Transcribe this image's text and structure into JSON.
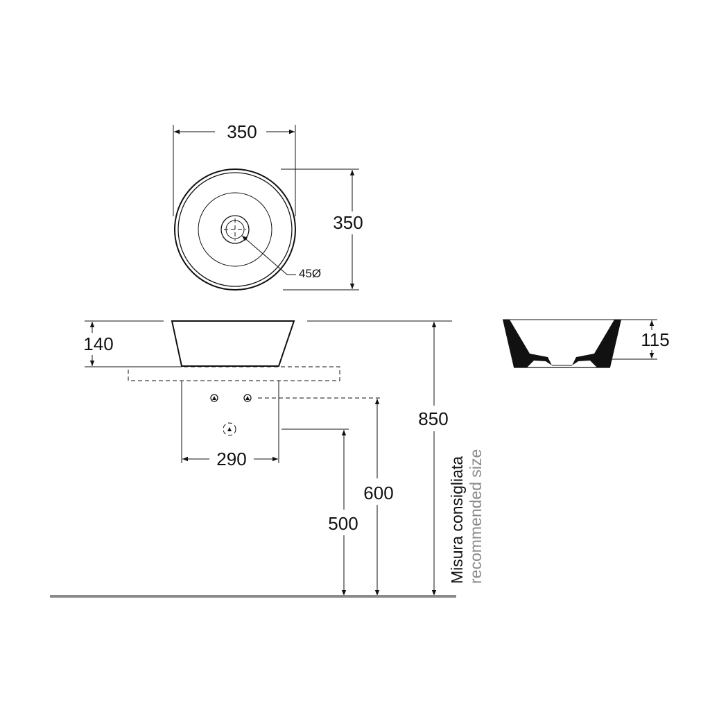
{
  "top_view": {
    "width_label": "350",
    "depth_label": "350",
    "drain_label": "45Ø"
  },
  "front_view": {
    "height_label": "140",
    "bracket_width_label": "290",
    "supply_height_label": "600",
    "waste_height_label": "500",
    "total_height_label": "850",
    "note_line1": "Misura consigliata",
    "note_line2": "recommended size"
  },
  "side_view": {
    "inner_depth_label": "115"
  },
  "colors": {
    "line": "#111111",
    "floor": "#8a8a8a",
    "note_grey": "#8a8a8a"
  }
}
